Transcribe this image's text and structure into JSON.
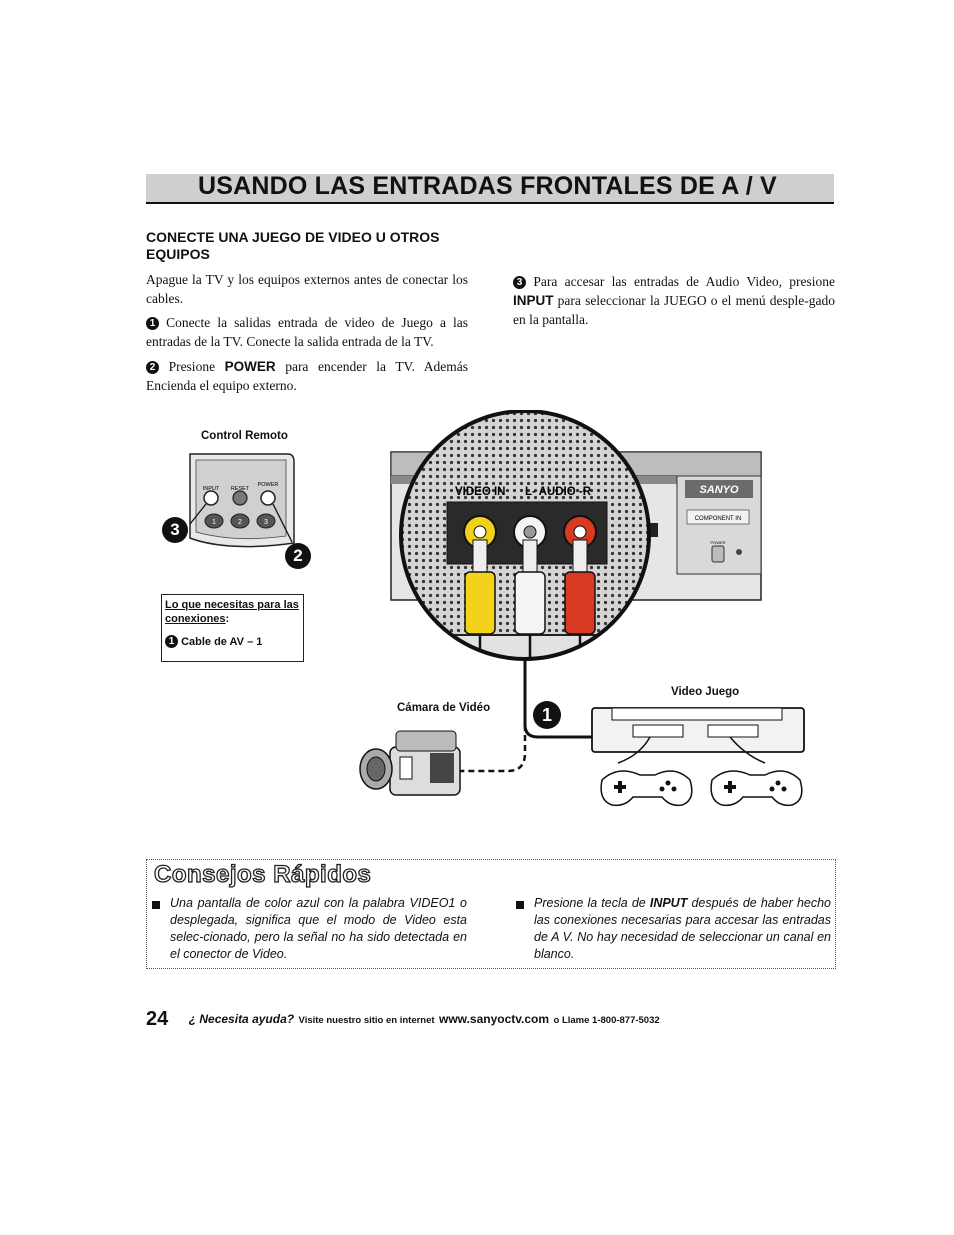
{
  "header": {
    "title": "USANDO LAS ENTRADAS FRONTALES DE A / V"
  },
  "section": {
    "heading": "CONECTE UNA JUEGO DE VIDEO U OTROS EQUIPOS",
    "intro": "Apague la TV y los equipos externos antes de conectar los cables.",
    "step1_num": "1",
    "step1_text": "Conecte la salidas entrada de video de Juego a las entradas de la TV. Conecte la salida entrada de la TV.",
    "step2_num": "2",
    "step2_pre": "Presione ",
    "step2_kw": "POWER",
    "step2_post": " para encender la TV. Además Encienda el equipo externo.",
    "step3_num": "3",
    "step3_pre": "Para accesar las entradas de Audio Video, presione ",
    "step3_kw": "INPUT",
    "step3_post": " para seleccionar la JUEGO o el menú desple-gado en la pantalla."
  },
  "diagram": {
    "remote_label": "Control Remoto",
    "remote_buttons": [
      "INPUT",
      "RESET",
      "POWER"
    ],
    "remote_digits": [
      "1",
      "2",
      "3"
    ],
    "callout_3": "3",
    "callout_2": "2",
    "callout_1": "1",
    "tv_jack_labels": [
      "VIDEO IN",
      "L- AUDIO -R"
    ],
    "tv_brand": "SANYO",
    "tv_component_label": "COMPONENT IN",
    "tv_power_label": "POWER",
    "camera_label": "Cámara de Vidéo",
    "game_label": "Video Juego",
    "colors": {
      "yellow": "#f2d21a",
      "white": "#f4f4f4",
      "red": "#d93a22"
    }
  },
  "needs": {
    "title": "Lo que necesitas para las conexiones",
    "colon": ":",
    "item_num": "1",
    "item": "Cable de AV – 1"
  },
  "tips": {
    "title": "Consejos Rápidos",
    "tip1": "Una pantalla de color azul con la palabra VIDEO1 o desplegada, significa que el modo de Video esta selec-cionado, pero la señal no ha sido detectada en el conector de Video.",
    "tip2_pre": "Presione la tecla de ",
    "tip2_kw": "INPUT",
    "tip2_post": " después de haber hecho las conexiones necesarias para accesar las entradas de A V. No hay necesidad de seleccionar un canal en blanco."
  },
  "footer": {
    "page_number": "24",
    "help": "¿ Necesita ayuda?",
    "visit": "Visite nuestro sitio en internet",
    "url": "www.sanyoctv.com",
    "call": "o Llame 1-800-877-5032"
  }
}
